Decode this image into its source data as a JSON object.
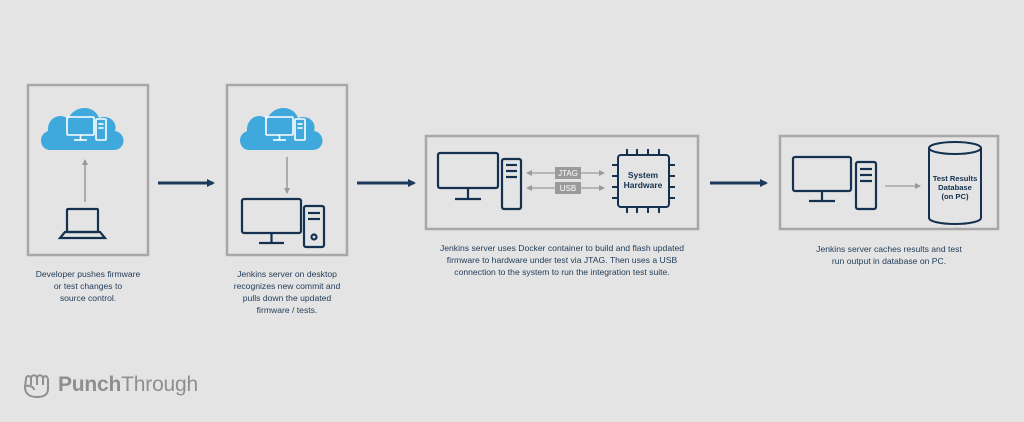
{
  "steps": [
    {
      "caption": "Developer pushes firmware or test changes to source control.",
      "caption_lines": [
        "Developer pushes firmware",
        "or test changes to",
        "source control."
      ]
    },
    {
      "caption": "Jenkins server on desktop recognizes new commit and pulls down the updated firmware / tests.",
      "caption_lines": [
        "Jenkins server on desktop",
        "recognizes new commit and",
        "pulls down the updated",
        "firmware / tests."
      ]
    },
    {
      "caption": "Jenkins server uses Docker container to build and flash updated firmware to hardware under test via JTAG. Then uses a USB connection to the system to run the integration test suite.",
      "caption_lines": [
        "Jenkins server uses Docker container to build and flash updated",
        "firmware to hardware under test via JTAG. Then uses a USB",
        "connection to the system to run the integration test suite."
      ]
    },
    {
      "caption": "Jenkins server caches results and test run output in database on PC.",
      "caption_lines": [
        "Jenkins server caches results and test",
        "run output in database on PC."
      ]
    }
  ],
  "labels": {
    "jtag": "JTAG",
    "usb": "USB",
    "chip_line1": "System",
    "chip_line2": "Hardware",
    "db_line1": "Test Results",
    "db_line2": "Database",
    "db_line3": "(on PC)"
  },
  "brand": {
    "bold": "Punch",
    "regular": "Through"
  },
  "colors": {
    "background": "#e4e4e4",
    "panel_border": "#a7a7a7",
    "cloud": "#3fa9dd",
    "navy": "#14314f",
    "arrow": "#1b3a5a",
    "caption_text": "#1f3b57",
    "logo_gray": "#8f8f8f"
  },
  "icons": [
    "cloud-icon",
    "computer-icon",
    "laptop-icon",
    "chip-icon",
    "database-icon",
    "fist-icon"
  ]
}
